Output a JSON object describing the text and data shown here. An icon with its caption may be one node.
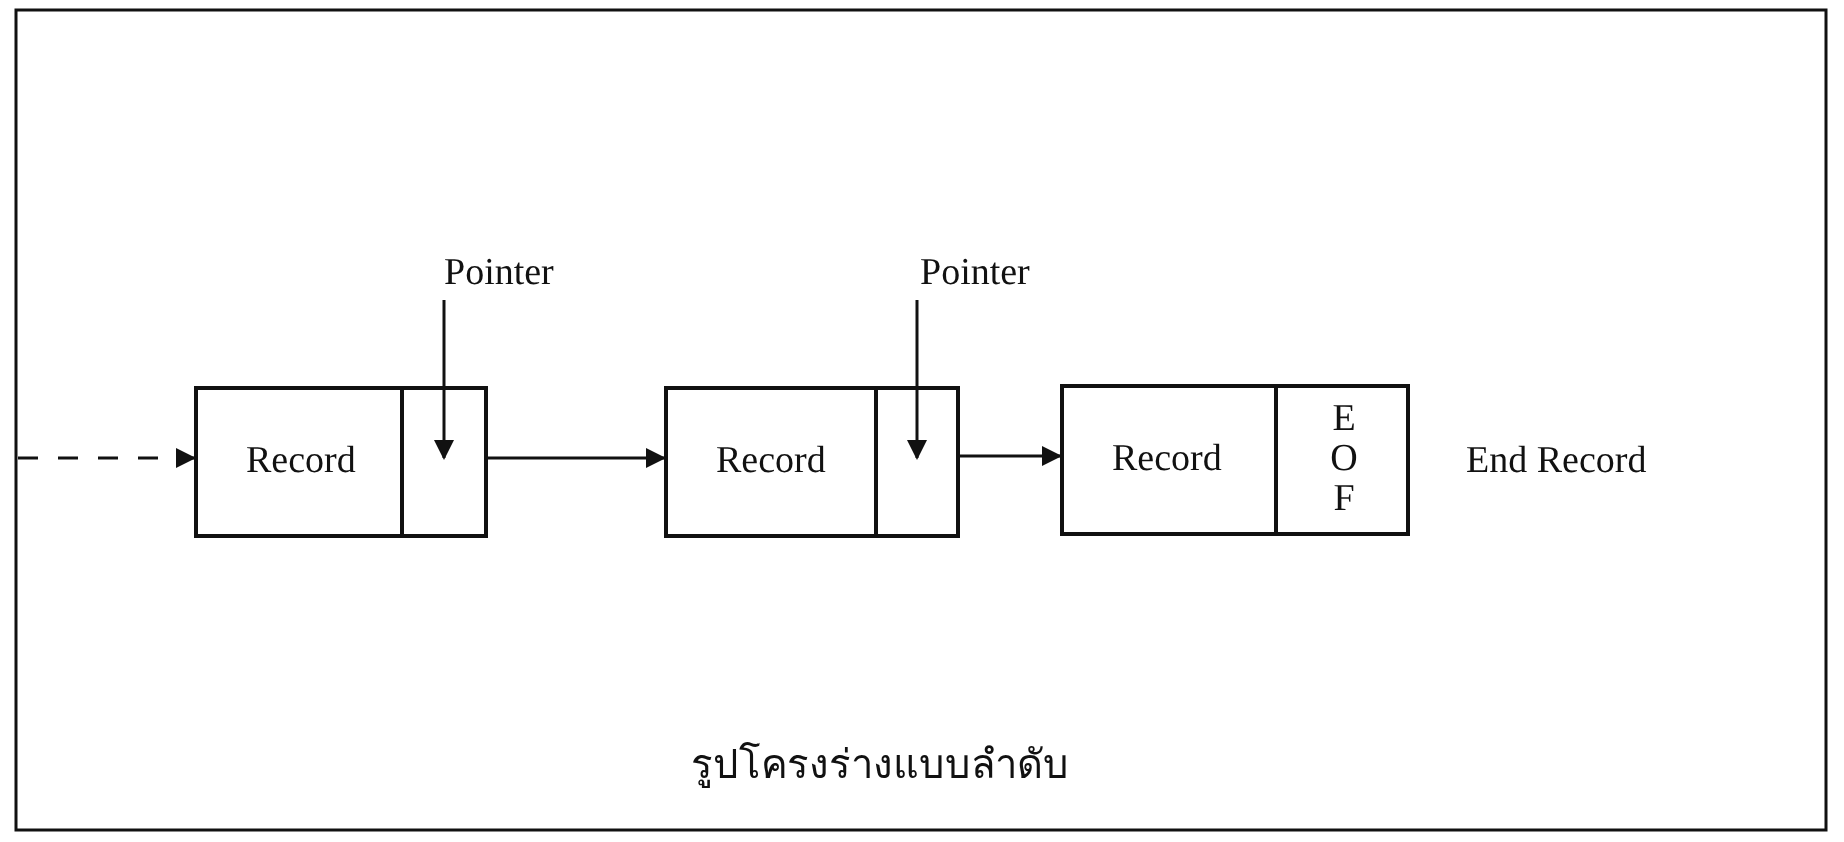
{
  "diagram": {
    "caption": "รูปโครงร่างแบบลำดับ",
    "nodes": [
      {
        "text": [
          "Record"
        ]
      },
      {
        "text": [],
        "shape": "box",
        "in": 0
      },
      {
        "text": [
          "Pointer"
        ]
      },
      {
        "text": [
          "Record"
        ]
      },
      {
        "text": [],
        "shape": "box",
        "in": 3
      },
      {
        "text": [
          "Pointer"
        ]
      },
      {
        "text": [
          "Record"
        ],
        "beside": [
          "End Record"
        ]
      },
      {
        "text": [
          "E O F"
        ],
        "in": 6
      }
    ],
    "edges": [
      {
        "from": null,
        "to": 0,
        "arrow": "to",
        "style": "dashed"
      },
      {
        "from": 2,
        "to": 1,
        "arrow": "to"
      },
      {
        "from": 1,
        "to": 3,
        "arrow": "to"
      },
      {
        "from": 5,
        "to": 4,
        "arrow": "to"
      },
      {
        "from": 4,
        "to": 6,
        "arrow": "to"
      }
    ]
  }
}
